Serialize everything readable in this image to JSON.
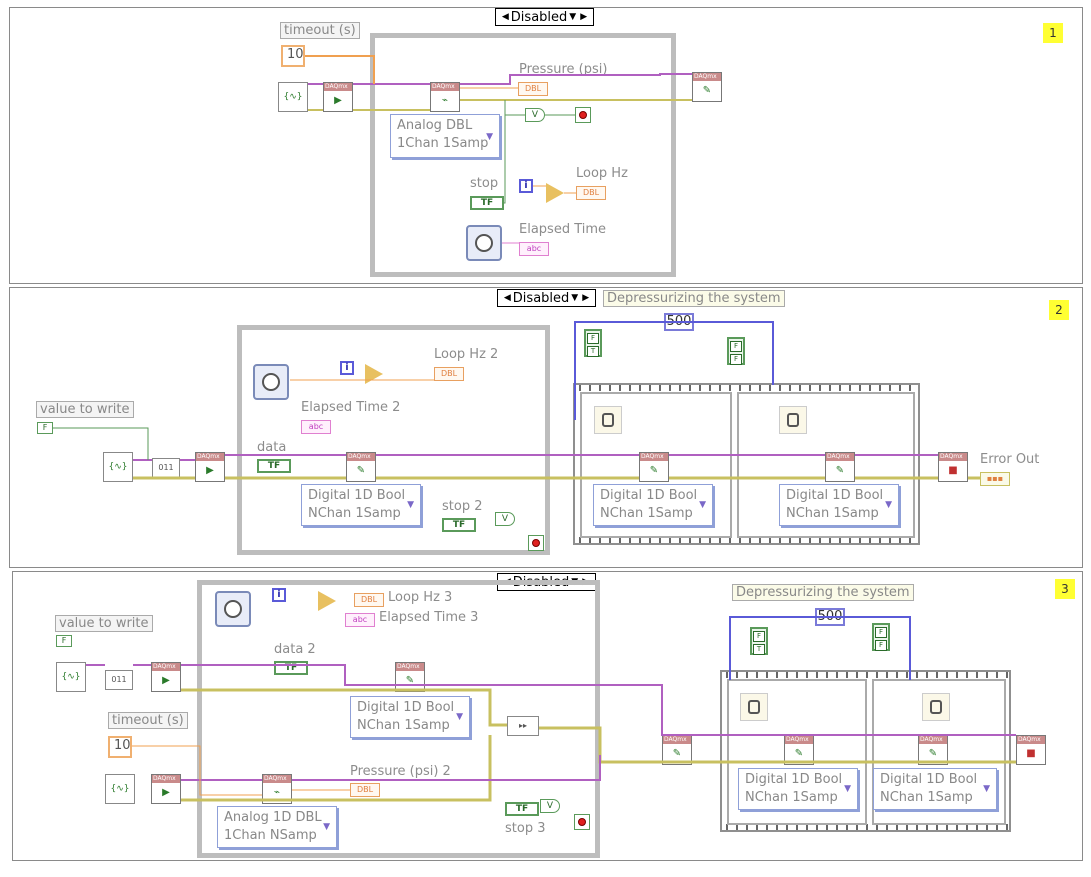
{
  "panels": [
    {
      "badge": "1",
      "selector": "Disabled",
      "controls": {
        "timeout_label": "timeout (s)",
        "timeout_value": "10"
      },
      "indicators": {
        "pressure": "Pressure (psi)",
        "loop_hz": "Loop Hz",
        "elapsed": "Elapsed Time"
      },
      "stop_label": "stop",
      "task_type": {
        "line1": "Analog DBL",
        "line2": "1Chan 1Samp"
      }
    },
    {
      "badge": "2",
      "selector": "Disabled",
      "controls": {
        "value_label": "value to write",
        "data_label": "data"
      },
      "indicators": {
        "loop_hz": "Loop Hz 2",
        "elapsed": "Elapsed Time 2",
        "error_out": "Error Out"
      },
      "stop_label": "stop 2",
      "depress": "Depressurizing the system",
      "delay": "500",
      "task_types": [
        {
          "line1": "Digital 1D Bool",
          "line2": "NChan 1Samp"
        },
        {
          "line1": "Digital 1D Bool",
          "line2": "NChan 1Samp"
        },
        {
          "line1": "Digital 1D Bool",
          "line2": "NChan 1Samp"
        }
      ]
    },
    {
      "badge": "3",
      "selector": "Disabled",
      "controls": {
        "value_label": "value to write",
        "data_label": "data 2",
        "timeout_label": "timeout (s)",
        "timeout_value": "10"
      },
      "indicators": {
        "loop_hz": "Loop Hz 3",
        "elapsed": "Elapsed Time 3",
        "pressure": "Pressure (psi) 2"
      },
      "stop_label": "stop 3",
      "depress": "Depressurizing the system",
      "delay": "500",
      "task_types": [
        {
          "line1": "Digital 1D Bool",
          "line2": "NChan 1Samp"
        },
        {
          "line1": "Analog 1D DBL",
          "line2": "1Chan NSamp"
        },
        {
          "line1": "Digital 1D Bool",
          "line2": "NChan 1Samp"
        },
        {
          "line1": "Digital 1D Bool",
          "line2": "NChan 1Samp"
        }
      ]
    }
  ],
  "vi_header": "DAQmx",
  "glyphs": {
    "true_false": "TF",
    "index": "i",
    "dbl": "DBL",
    "abc": "abc",
    "bool_f": "F",
    "bool_t": "T",
    "or": "V",
    "binary": "011"
  },
  "colors": {
    "badge": "#ffff33",
    "dbl_wire": "#f0a050",
    "task_wire": "#b060c0",
    "error_wire": "#c8c060",
    "bool_wire": "#5a9a5a",
    "int_wire": "#5a5ad8",
    "loop_border": "#bdbdbd"
  }
}
